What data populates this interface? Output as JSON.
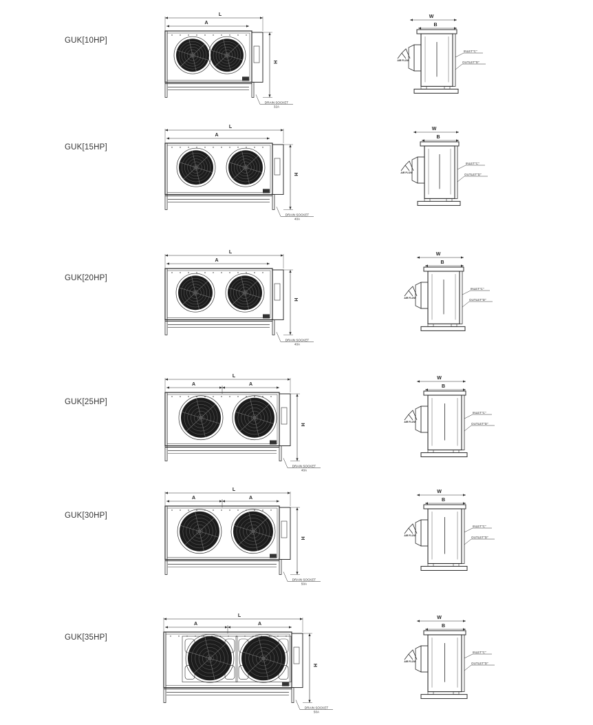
{
  "units": [
    {
      "model": "GUK[10HP]",
      "dims": {
        "L": "L",
        "A": [
          "A"
        ],
        "H": "H",
        "W": "W",
        "B": "B"
      },
      "drain_label": "DRAIN SOCKET",
      "drain_size": "32A",
      "inlet": "INLET\"C\"",
      "outlet": "OUTLET\"D\"",
      "flow": "AIR FLOW",
      "accent_A": false
    },
    {
      "model": "GUK[15HP]",
      "dims": {
        "L": "L",
        "A": [
          "A"
        ],
        "H": "H",
        "W": "W",
        "B": "B"
      },
      "drain_label": "DRAIN SOCKET",
      "drain_size": "40A",
      "inlet": "INLET\"C\"",
      "outlet": "OUTLET\"D\"",
      "flow": "AIR FLOW",
      "accent_A": false
    },
    {
      "model": "GUK[20HP]",
      "dims": {
        "L": "L",
        "A": [
          "A"
        ],
        "H": "H",
        "W": "W",
        "B": "B"
      },
      "drain_label": "DRAIN SOCKET",
      "drain_size": "40A",
      "inlet": "INLET\"C\"",
      "outlet": "OUTLET\"D\"",
      "flow": "AIR FLOW",
      "accent_A": false
    },
    {
      "model": "GUK[25HP]",
      "dims": {
        "L": "L",
        "A": [
          "A",
          "A"
        ],
        "H": "H",
        "W": "W",
        "B": "B"
      },
      "drain_label": "DRAIN SOCKET",
      "drain_size": "40A",
      "inlet": "INLET\"C\"",
      "outlet": "OUTLET\"D\"",
      "flow": "AIR FLOW",
      "accent_A": false
    },
    {
      "model": "GUK[30HP]",
      "dims": {
        "L": "L",
        "A": [
          "A",
          "A"
        ],
        "H": "H",
        "W": "W",
        "B": "B"
      },
      "drain_label": "DRAIN SOCKET",
      "drain_size": "50A",
      "inlet": "INLET\"C\"",
      "outlet": "OUTLET\"D\"",
      "flow": "AIR FLOW",
      "accent_A": false
    },
    {
      "model": "GUK[35HP]",
      "dims": {
        "L": "L",
        "A": [
          "A",
          "A"
        ],
        "H": "H",
        "W": "W",
        "B": "B"
      },
      "drain_label": "DRAIN SOCKET",
      "drain_size": "50A",
      "inlet": "INLET\"C\"",
      "outlet": "OUTLET\"D\"",
      "flow": "AIR FLOW",
      "accent_A": true
    }
  ],
  "colors": {
    "line": "#2a2a2a",
    "fan": "#1c1c1c",
    "accent": "#3a8a3a"
  }
}
